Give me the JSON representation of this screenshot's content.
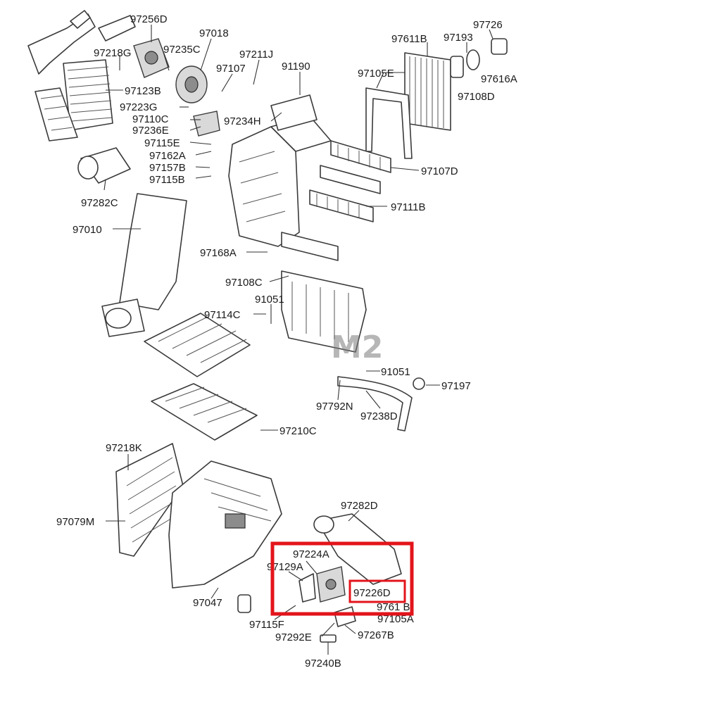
{
  "diagram": {
    "watermark": "M2",
    "highlight_color": "#e3141b",
    "line_color": "#3a3a3a",
    "labels": {
      "l97256D": "97256D",
      "l97018": "97018",
      "l97218G": "97218G",
      "l97235C": "97235C",
      "l97211J": "97211J",
      "l97107a": "97107",
      "l91190": "91190",
      "l97123B": "97123B",
      "l97223G": "97223G",
      "l97110C": "97110C",
      "l97236E": "97236E",
      "l97234H": "97234H",
      "l97115E": "97115E",
      "l97162A": "97162A",
      "l97157B": "97157B",
      "l97115B": "97115B",
      "l97282C": "97282C",
      "l97010": "97010",
      "l97168A": "97168A",
      "l97611B": "97611B",
      "l97193": "97193",
      "l97726": "97726",
      "l97105E": "97105E",
      "l97616A": "97616A",
      "l97108D": "97108D",
      "l97107D": "97107D",
      "l97111B": "97111B",
      "l97108C": "97108C",
      "l91051a": "91051",
      "l97114C": "97114C",
      "l91051b": "91051",
      "l97197": "97197",
      "l97792N": "97792N",
      "l97238D": "97238D",
      "l97210C": "97210C",
      "l97218K": "97218K",
      "l97079M": "97079M",
      "l97282D": "97282D",
      "l97224A": "97224A",
      "l97129A": "97129A",
      "l97226D": "97226D",
      "l9761xB": "9761 B",
      "l97105A": "97105A",
      "l97047": "97047",
      "l97115F": "97115F",
      "l97292E": "97292E",
      "l97267B": "97267B",
      "l97240B": "97240B"
    }
  }
}
